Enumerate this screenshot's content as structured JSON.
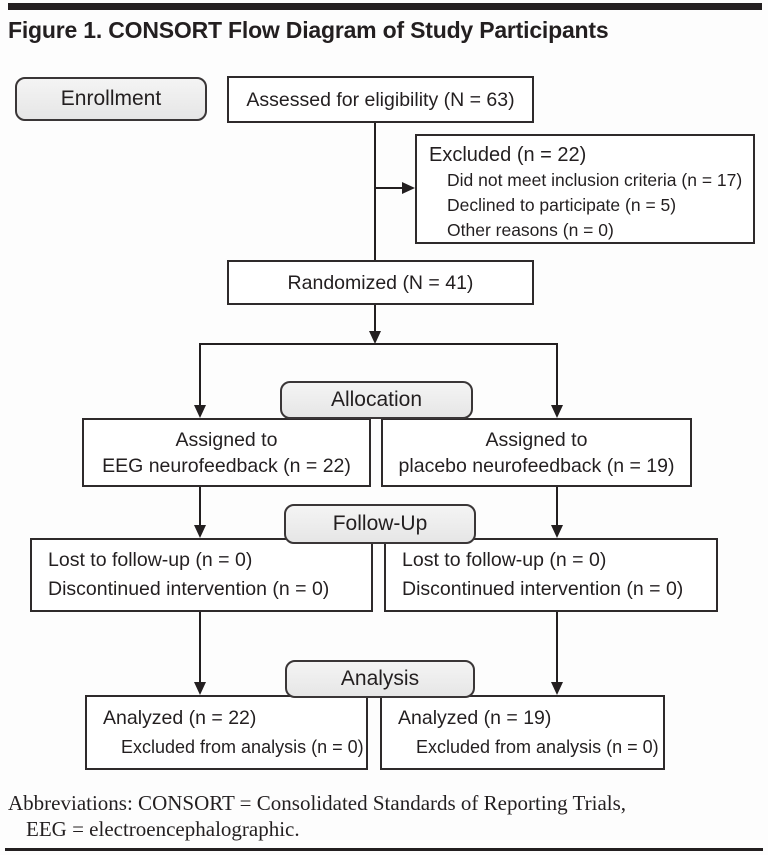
{
  "title": "Figure 1. CONSORT Flow Diagram of Study Participants",
  "stage_labels": {
    "enrollment": "Enrollment",
    "allocation": "Allocation",
    "follow_up": "Follow-Up",
    "analysis": "Analysis"
  },
  "boxes": {
    "assessed": "Assessed for eligibility (N = 63)",
    "excluded": {
      "title": "Excluded (n = 22)",
      "items": [
        "Did not meet inclusion criteria (n = 17)",
        "Declined to participate (n = 5)",
        "Other reasons (n = 0)"
      ]
    },
    "randomized": "Randomized (N = 41)",
    "assigned_left": {
      "line1": "Assigned to",
      "line2": "EEG neurofeedback (n = 22)"
    },
    "assigned_right": {
      "line1": "Assigned to",
      "line2": "placebo neurofeedback (n = 19)"
    },
    "followup_left": {
      "line1": "Lost to follow-up (n = 0)",
      "line2": "Discontinued intervention (n = 0)"
    },
    "followup_right": {
      "line1": "Lost to follow-up (n = 0)",
      "line2": "Discontinued intervention (n = 0)"
    },
    "analysis_left": {
      "line1": "Analyzed (n = 22)",
      "line2": "Excluded from analysis (n = 0)"
    },
    "analysis_right": {
      "line1": "Analyzed (n = 19)",
      "line2": "Excluded from analysis (n = 0)"
    }
  },
  "counts": {
    "assessed_N": 63,
    "excluded_n": 22,
    "not_meet_criteria_n": 17,
    "declined_n": 5,
    "other_reasons_n": 0,
    "randomized_N": 41,
    "eeg_assigned_n": 22,
    "placebo_assigned_n": 19,
    "lost_followup_left_n": 0,
    "discontinued_left_n": 0,
    "lost_followup_right_n": 0,
    "discontinued_right_n": 0,
    "analyzed_left_n": 22,
    "excluded_analysis_left_n": 0,
    "analyzed_right_n": 19,
    "excluded_analysis_right_n": 0
  },
  "footnote": {
    "line1": "Abbreviations: CONSORT = Consolidated Standards of Reporting Trials,",
    "line2": "EEG = electroencephalographic."
  },
  "colors": {
    "ink": "#231f20",
    "pill_fill": "#ececec",
    "box_fill": "#ffffff"
  }
}
